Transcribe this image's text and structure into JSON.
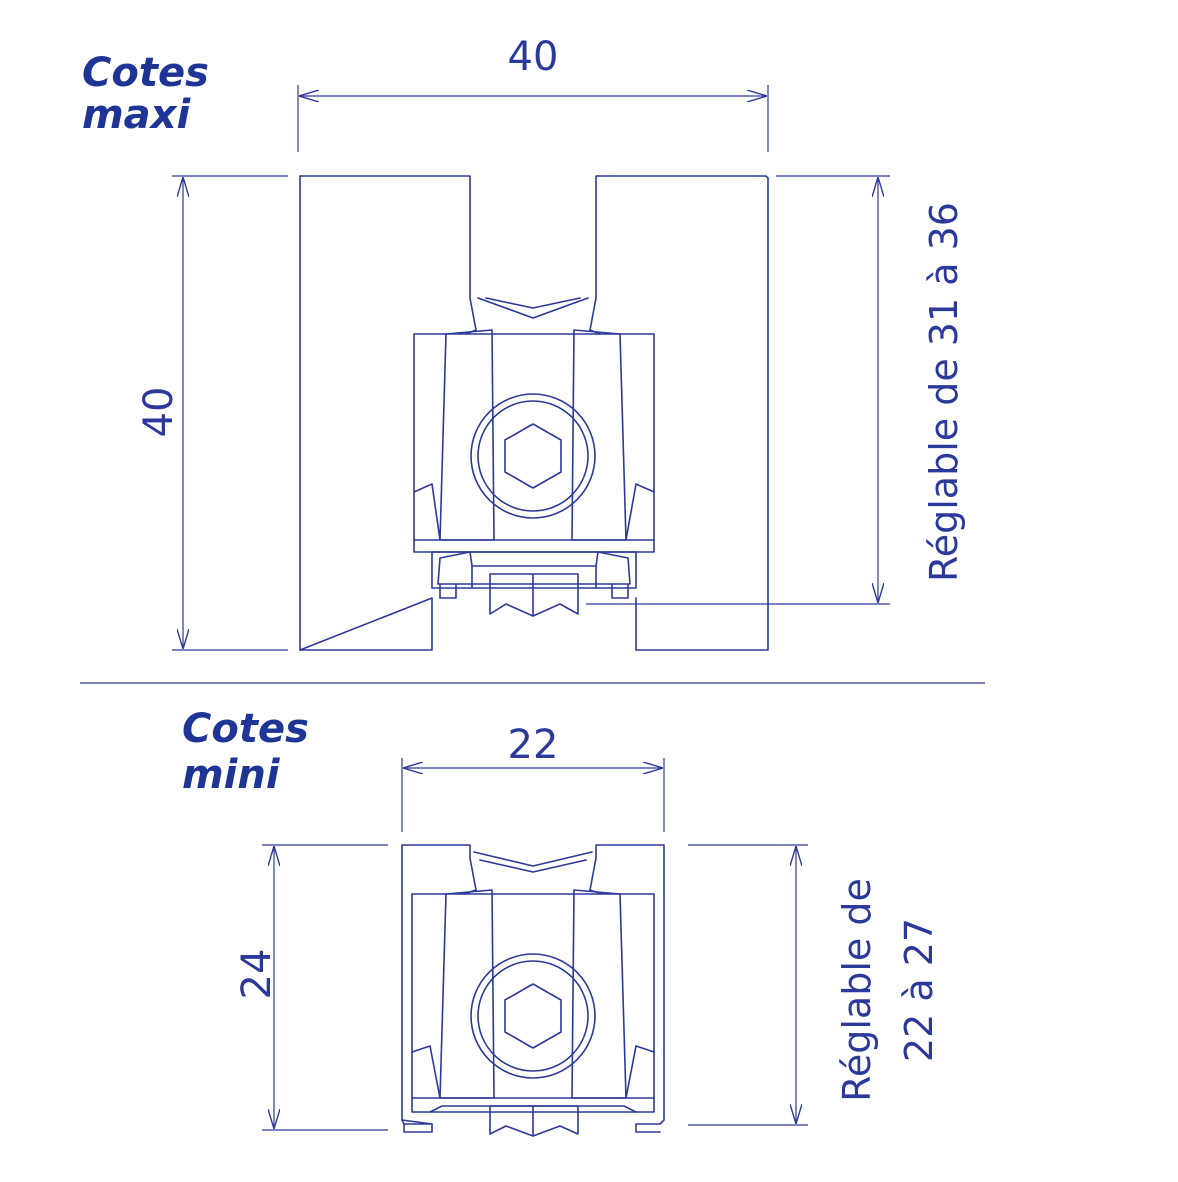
{
  "colors": {
    "line": "#2b3a9a",
    "title": "#1e3596"
  },
  "maxi": {
    "title_line1": "Cotes",
    "title_line2": "maxi",
    "width_label": "40",
    "height_label": "40",
    "range_label": "Réglable de 31 à 36"
  },
  "mini": {
    "title_line1": "Cotes",
    "title_line2": "mini",
    "width_label": "22",
    "height_label": "24",
    "range_label_line1": "Réglable de",
    "range_label_line2": "22 à 27"
  }
}
